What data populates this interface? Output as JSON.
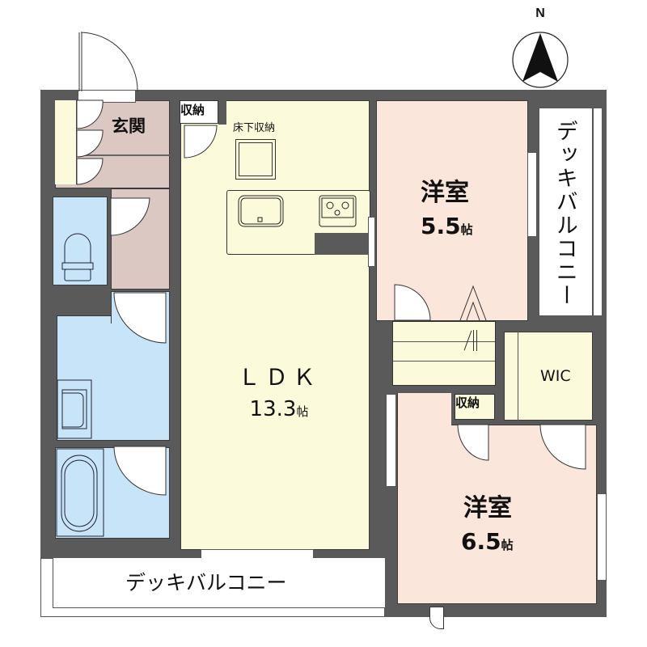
{
  "compass": {
    "label": "N",
    "icon": "north-arrow-icon"
  },
  "colors": {
    "wall": "#5a5a5a",
    "entrance": "#dcc8c2",
    "wet_area": "#c8e4f8",
    "ldk": "#fbfadb",
    "western_room": "#fbe6dc",
    "storage": "#fbfadb",
    "balcony": "#ffffff"
  },
  "rooms": {
    "entrance": {
      "label": "玄関"
    },
    "storage_top": {
      "label": "収納"
    },
    "underfloor_storage": {
      "label": "床下収納"
    },
    "ldk": {
      "label": "ＬＤＫ",
      "size": "13.3",
      "unit": "帖"
    },
    "western_room_1": {
      "label": "洋室",
      "size": "5.5",
      "unit": "帖"
    },
    "western_room_2": {
      "label": "洋室",
      "size": "6.5",
      "unit": "帖"
    },
    "wic": {
      "label": "WIC"
    },
    "storage_mid": {
      "label": "収納"
    },
    "balcony_right": {
      "label": "デッキバルコニー"
    },
    "balcony_bottom": {
      "label": "デッキバルコニー"
    }
  },
  "fixtures": [
    "toilet-icon",
    "washbasin-icon",
    "bathtub-icon",
    "sink-icon",
    "stove-icon",
    "staircase-icon"
  ]
}
